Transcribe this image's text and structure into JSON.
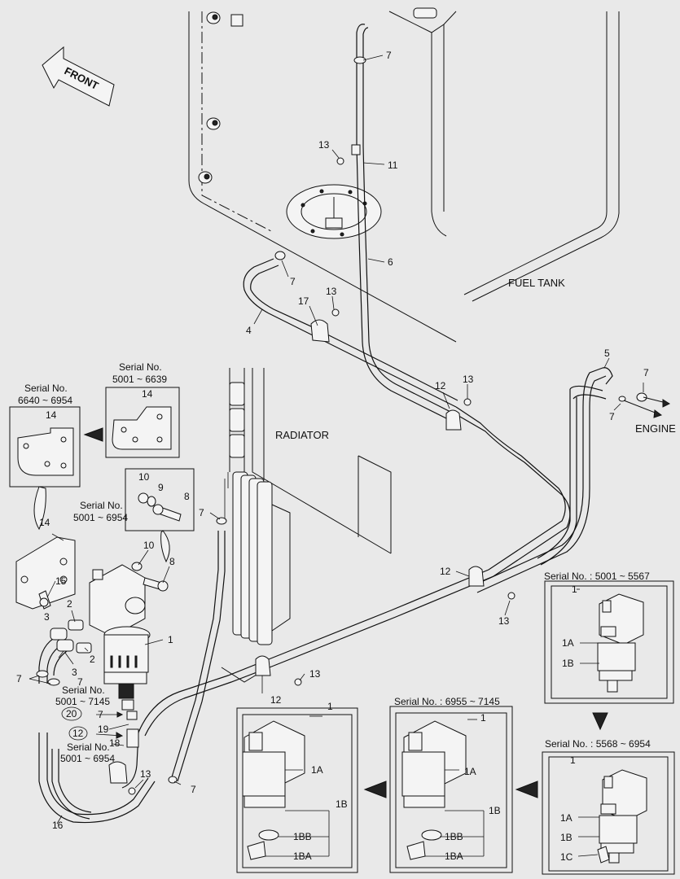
{
  "labels": {
    "front": "FRONT",
    "fuel_tank": "FUEL TANK",
    "radiator": "RADIATOR",
    "engine": "ENGINE"
  },
  "callouts": {
    "n7": "7",
    "n11": "11",
    "n13": "13",
    "n6": "6",
    "n4": "4",
    "n17": "17",
    "n5": "5",
    "n12": "12",
    "n14": "14",
    "n10": "10",
    "n9": "9",
    "n8": "8",
    "n15": "15",
    "n2": "2",
    "n3": "3",
    "n1": "1",
    "n20": "20",
    "n19": "19",
    "n18": "18",
    "n16": "16",
    "n1A": "1A",
    "n1B": "1B",
    "n1BB": "1BB",
    "n1BA": "1BA",
    "n1C": "1C"
  },
  "serials": {
    "sn_label": "Serial No.",
    "s5001_6639": "5001 ~ 6639",
    "s6640_6954": "6640 ~ 6954",
    "s5001_6954": "5001 ~ 6954",
    "s5001_7145": "5001 ~ 7145",
    "s_box_5001_5567": "Serial No. : 5001 ~ 5567",
    "s_box_5568_6954": "Serial No. : 5568 ~ 6954",
    "s_box_6955_7145": "Serial No. : 6955 ~ 7145"
  }
}
